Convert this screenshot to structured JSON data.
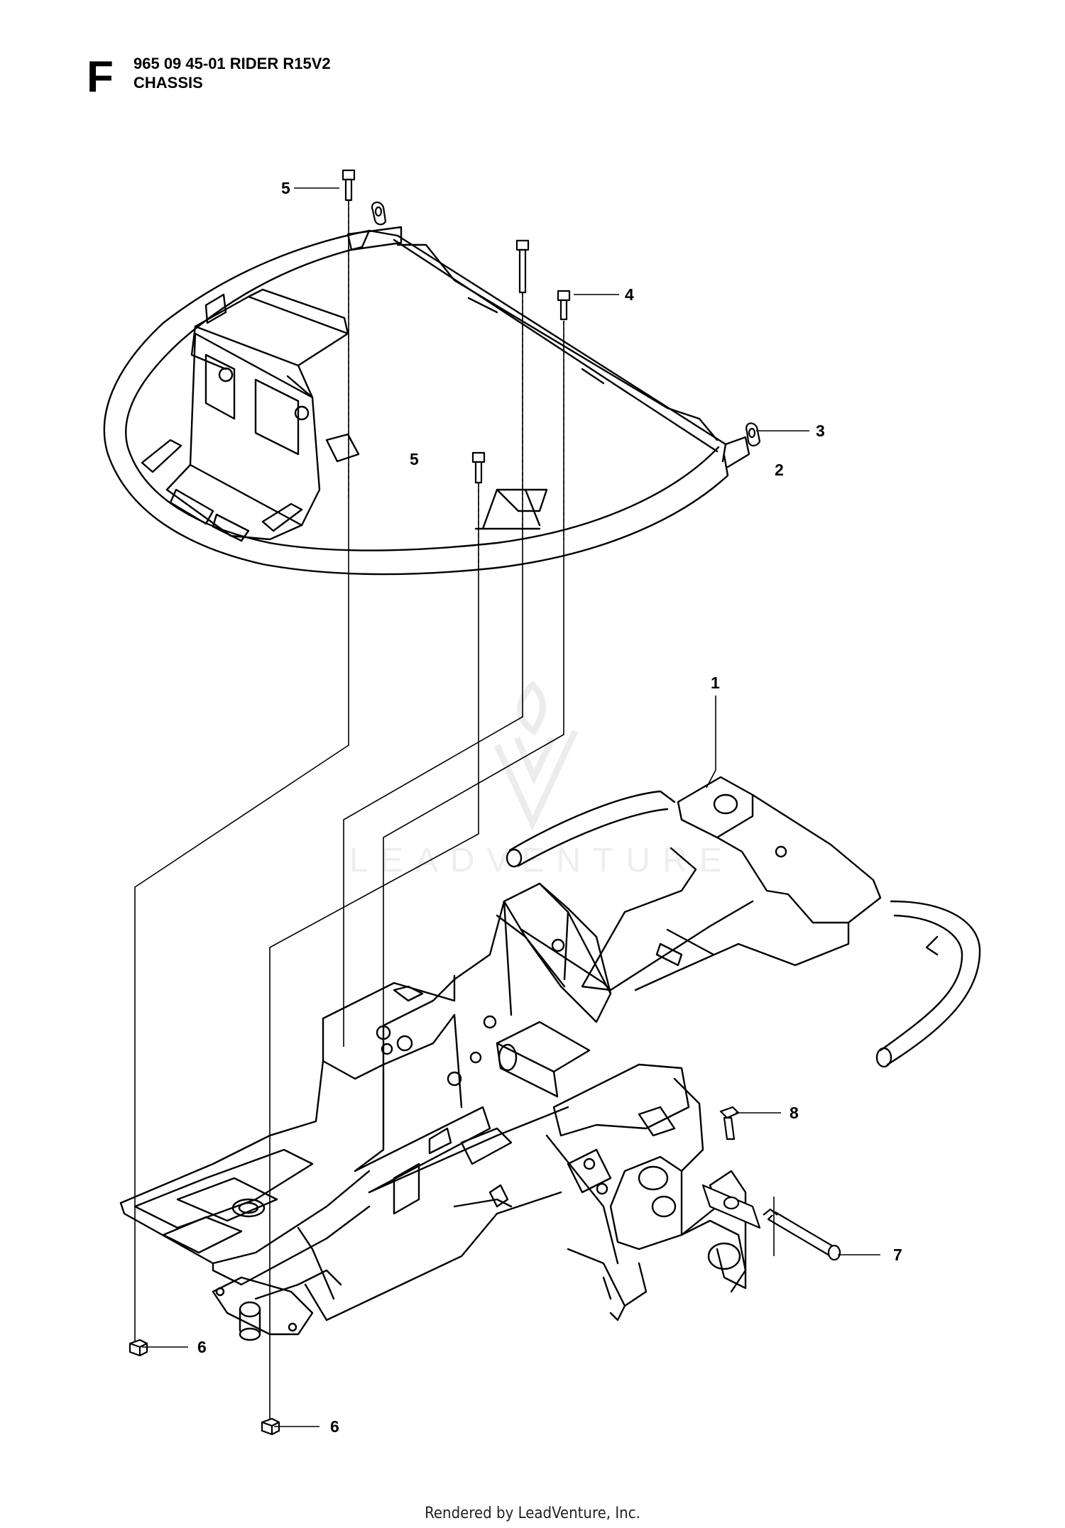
{
  "header": {
    "section_letter": "F",
    "model_line": "965 09 45-01 RIDER R15V2",
    "section_name": "CHASSIS"
  },
  "watermark": {
    "text": "LEADVENTURE"
  },
  "callouts": [
    {
      "label": "1"
    },
    {
      "label": "2"
    },
    {
      "label": "3"
    },
    {
      "label": "4"
    },
    {
      "label": "5"
    },
    {
      "label": "5"
    },
    {
      "label": "6"
    },
    {
      "label": "6"
    },
    {
      "label": "7"
    },
    {
      "label": "8"
    }
  ],
  "footer": {
    "text": "Rendered by LeadVenture, Inc."
  }
}
